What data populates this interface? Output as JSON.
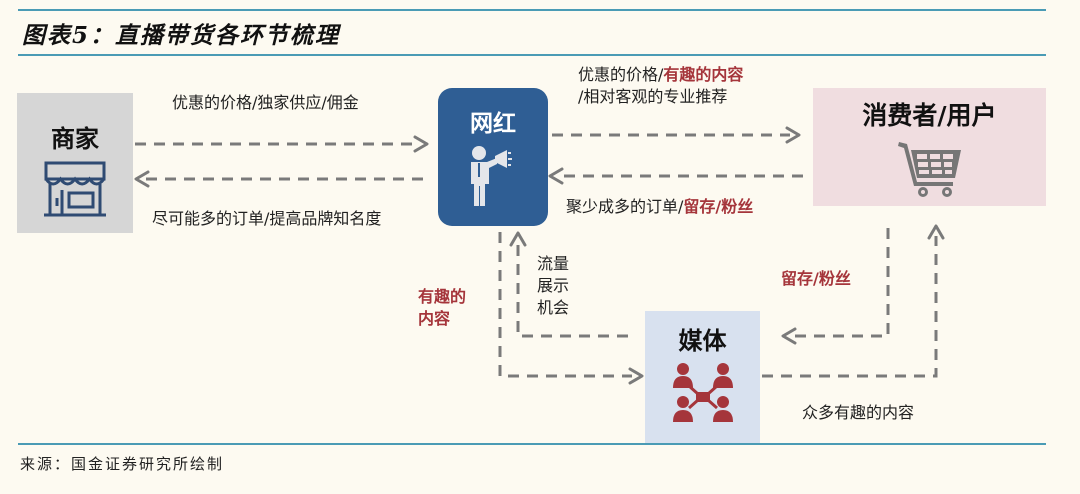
{
  "header": {
    "title": "图表5：直播带货各环节梳理"
  },
  "footer": {
    "source": "来源：国金证券研究所绘制"
  },
  "colors": {
    "rule": "#4a9bb5",
    "influencer_bg": "#2f5e94",
    "merchant_bg": "#d6d6d6",
    "consumer_bg": "#f0dde0",
    "media_bg": "#d8e1ef",
    "highlight": "#a5353b",
    "arrow": "#7a7a7a"
  },
  "nodes": {
    "merchant": {
      "label": "商家",
      "icon": "storefront-icon"
    },
    "influencer": {
      "label": "网红",
      "icon": "megaphone-person-icon"
    },
    "consumer": {
      "label": "消费者/用户",
      "icon": "shopping-cart-icon"
    },
    "media": {
      "label": "媒体",
      "icon": "people-network-icon"
    }
  },
  "edges": {
    "merchant_to_influencer": {
      "text": "优惠的价格/独家供应/佣金"
    },
    "influencer_to_merchant": {
      "text": "尽可能多的订单/提高品牌知名度"
    },
    "influencer_to_consumer": {
      "line1_plain": "优惠的价格/",
      "line1_highlight": "有趣的内容",
      "line2_plain": "/相对客观的专业推荐"
    },
    "consumer_to_influencer": {
      "plain": "聚少成多的订单/",
      "highlight": "留存/粉丝"
    },
    "influencer_to_media": {
      "line1": "有趣的",
      "line2": "内容"
    },
    "media_to_influencer": {
      "line1": "流量",
      "line2": "展示",
      "line3": "机会"
    },
    "consumer_to_media": {
      "text": "留存/粉丝"
    },
    "media_to_consumer": {
      "text": "众多有趣的内容"
    }
  }
}
